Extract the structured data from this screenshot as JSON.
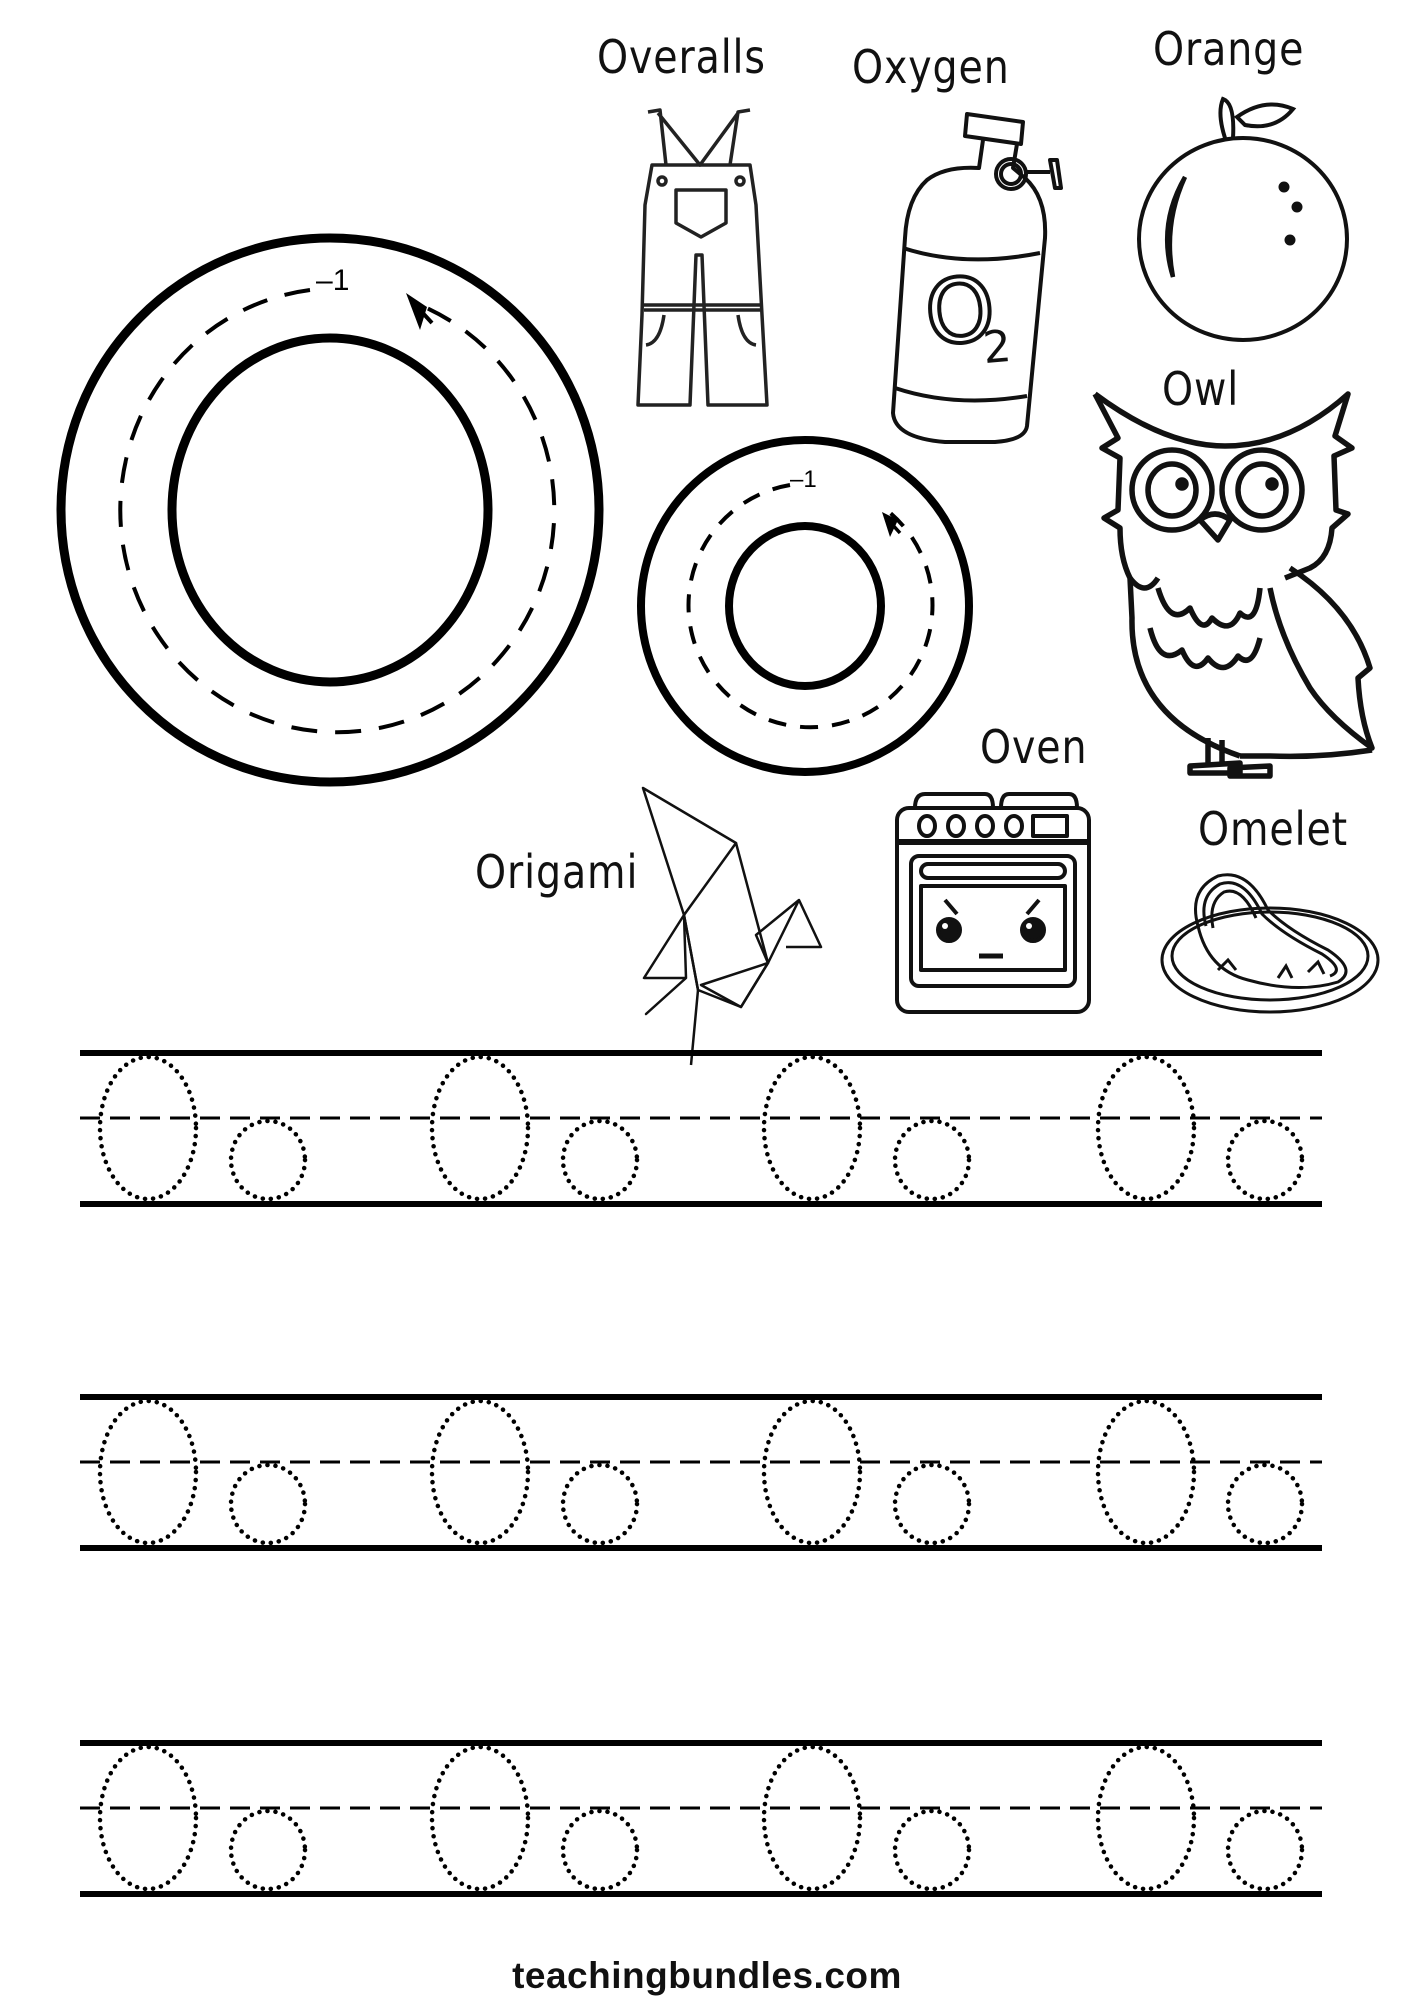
{
  "worksheet": {
    "letter_upper": "O",
    "letter_lower": "o",
    "stroke_number_upper": "1",
    "stroke_number_lower": "1",
    "vocabulary": [
      {
        "word": "Overalls",
        "icon": "overalls-icon"
      },
      {
        "word": "Oxygen",
        "icon": "oxygen-tank-icon",
        "badge": "O2"
      },
      {
        "word": "Orange",
        "icon": "orange-icon"
      },
      {
        "word": "Owl",
        "icon": "owl-icon"
      },
      {
        "word": "Oven",
        "icon": "oven-icon"
      },
      {
        "word": "Origami",
        "icon": "origami-bird-icon"
      },
      {
        "word": "Omelet",
        "icon": "omelet-icon"
      }
    ],
    "tracing_rows": [
      {
        "pairs": [
          "Oo",
          "Oo",
          "Oo",
          "Oo"
        ]
      },
      {
        "pairs": [
          "Oo",
          "Oo",
          "Oo",
          "Oo"
        ]
      },
      {
        "pairs": [
          "Oo",
          "Oo",
          "Oo",
          "Oo"
        ]
      }
    ]
  },
  "footer": {
    "text": "teachingbundles.com"
  },
  "colors": {
    "ink": "#000000",
    "paper": "#ffffff"
  }
}
